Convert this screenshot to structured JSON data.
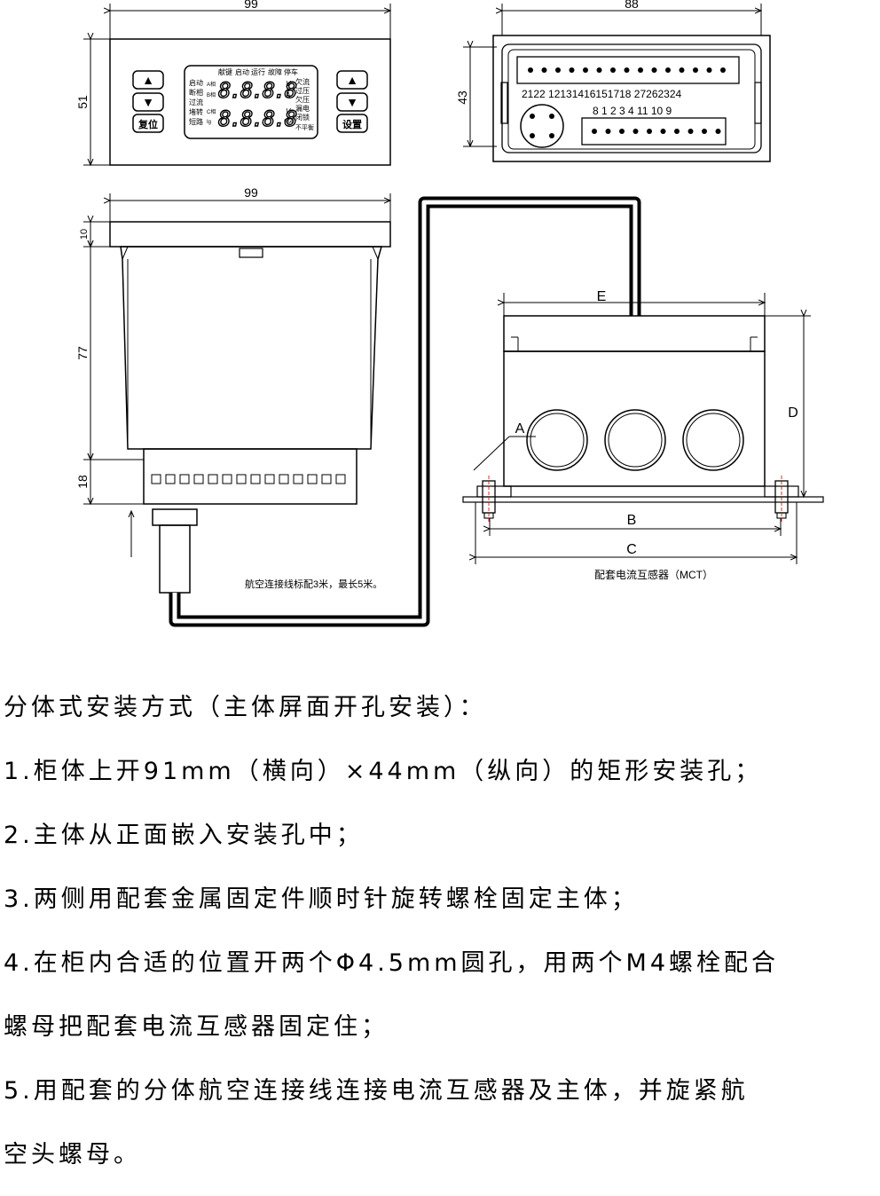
{
  "drawing": {
    "front_view": {
      "width_dim": "99",
      "height_dim": "51",
      "status_labels": [
        "献键",
        "启动",
        "运行",
        "故障",
        "停车"
      ],
      "left_labels": [
        "启动",
        "断相",
        "过流",
        "堵转",
        "短路"
      ],
      "right_labels": [
        "欠流",
        "过压",
        "欠压",
        "漏电",
        "闭锁",
        "不平衡"
      ],
      "phase_labels": [
        "A相",
        "B相",
        "C相",
        "Ig"
      ],
      "unit_labels": [
        "V",
        "A",
        "V",
        "%A"
      ],
      "digits": "8.8.8.8",
      "left_buttons": [
        "▲",
        "▼",
        "复位"
      ],
      "right_buttons": [
        "▲",
        "▼",
        "设置"
      ]
    },
    "rear_view": {
      "width_dim": "88",
      "height_dim": "43",
      "top_terminal_labels": "2122  12131416151718  27262324",
      "bottom_terminal_labels": "8  1  2  3  4     11 10 9"
    },
    "side_view": {
      "width_dim": "99",
      "dim_10": "10",
      "dim_77": "77",
      "dim_18": "18",
      "cable_note": "航空连接线标配3米，最长5米。"
    },
    "ct_view": {
      "label_E": "E",
      "label_D": "D",
      "label_A": "A",
      "label_B": "B",
      "label_C": "C",
      "caption": "配套电流互感器（MCT）"
    }
  },
  "instructions": [
    "分体式安装方式（主体屏面开孔安装）：",
    "1.柜体上开91mm（横向）×44mm（纵向）的矩形安装孔；",
    "2.主体从正面嵌入安装孔中；",
    "3.两侧用配套金属固定件顺时针旋转螺栓固定主体；",
    "4.在柜内合适的位置开两个Φ4.5mm圆孔，用两个M4螺栓配合",
    "螺母把配套电流互感器固定住；",
    "5.用配套的分体航空连接线连接电流互感器及主体，并旋紧航",
    "空头螺母。"
  ]
}
